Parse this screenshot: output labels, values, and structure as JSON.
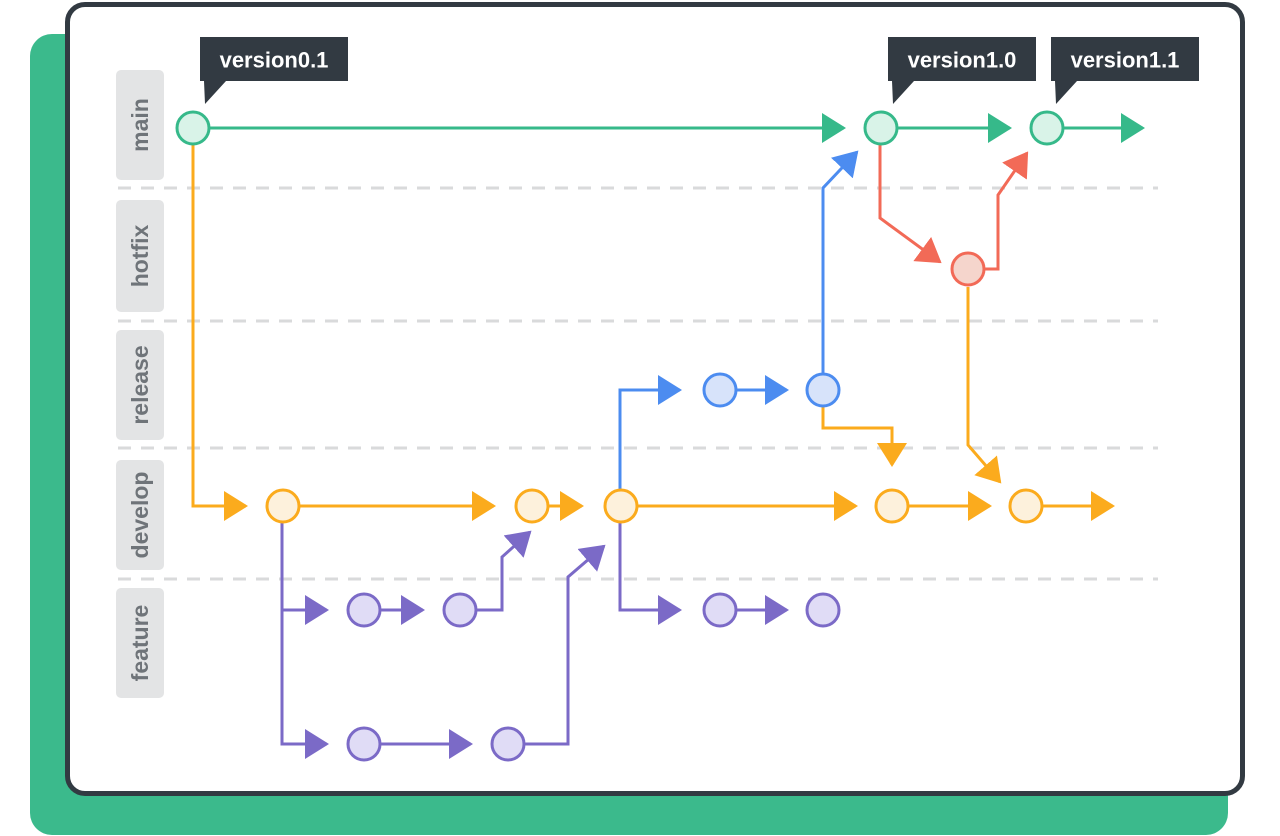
{
  "colors": {
    "backdrop": "#3bba8c",
    "card_border": "#323a42",
    "lane_pill": "#e3e4e5",
    "lane_text": "#6f7479",
    "divider": "#d9dadb",
    "tag_bg": "#323a42",
    "main": "#36b98a",
    "main_fill": "#d9f3e8",
    "hotfix": "#f26a57",
    "hotfix_fill": "#f5d5cc",
    "release": "#4c8cf0",
    "release_fill": "#d7e3fa",
    "develop": "#fbab1d",
    "develop_fill": "#fdf1dc",
    "feature": "#7b6ac7",
    "feature_fill": "#e0dcf6"
  },
  "lanes": [
    "main",
    "hotfix",
    "release",
    "develop",
    "feature"
  ],
  "tags": {
    "v01": "version0.1",
    "v10": "version1.0",
    "v11": "version1.1"
  }
}
